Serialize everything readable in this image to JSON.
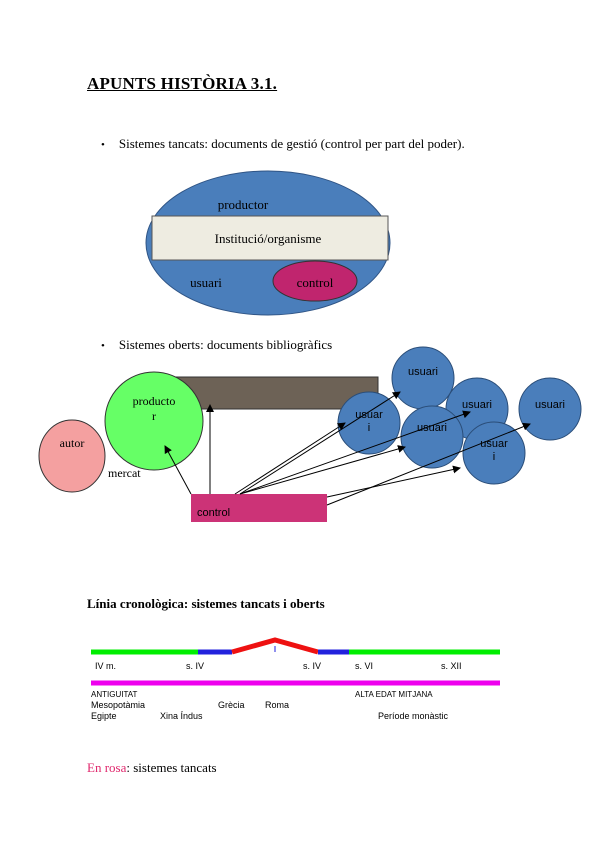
{
  "title": "APUNTS HISTÒRIA 3.1.",
  "bullets": [
    {
      "icon": "bullet-icon",
      "text": "Sistemes tancats: documents de gestió (control per part del poder)."
    },
    {
      "icon": "bullet-icon",
      "text": "Sistemes oberts: documents bibliogràfics"
    }
  ],
  "closed_diagram": {
    "producer": "productor",
    "institution": "Institució/organisme",
    "user": "usuari",
    "control": "control",
    "colors": {
      "ellipse": "#4a7ebb",
      "box": "#eeece1",
      "control": "#c0256e"
    }
  },
  "open_diagram": {
    "author": "autor",
    "producer_line1": "producto",
    "producer_line2": "r",
    "market": "mercat",
    "control": "control",
    "users": {
      "top": "usuari",
      "left_line1": "usuar",
      "left_line2": "i",
      "middle": "usuari",
      "right_middle": "usuari",
      "far_right": "usuari",
      "lower_line1": "usuar",
      "lower_line2": "i"
    },
    "colors": {
      "author": "#f4a0a0",
      "producer": "#66ff66",
      "bar": "#6d6256",
      "control": "#cc3377",
      "user": "#4a7ebb"
    }
  },
  "chrono_title": "Línia cronològica: sistemes tancats i oberts",
  "timeline": {
    "ticks": [
      "IV m.",
      "s. IV",
      "s. IV",
      "s. VI",
      "s. XII"
    ],
    "periods": [
      "ANTIGUITAT",
      "ALTA EDAT MITJANA"
    ],
    "cultures_row1": [
      "Mesopotàmia",
      "Grècia",
      "Roma"
    ],
    "cultures_row2": [
      "Egipte",
      "Xina Índus",
      "Període monàstic"
    ],
    "colors": {
      "green": "#00ee00",
      "blue": "#2222dd",
      "red": "#ee1111",
      "magenta": "#ee00ee"
    }
  },
  "legend": {
    "highlight": "En rosa",
    "rest": ": sistemes tancats"
  }
}
